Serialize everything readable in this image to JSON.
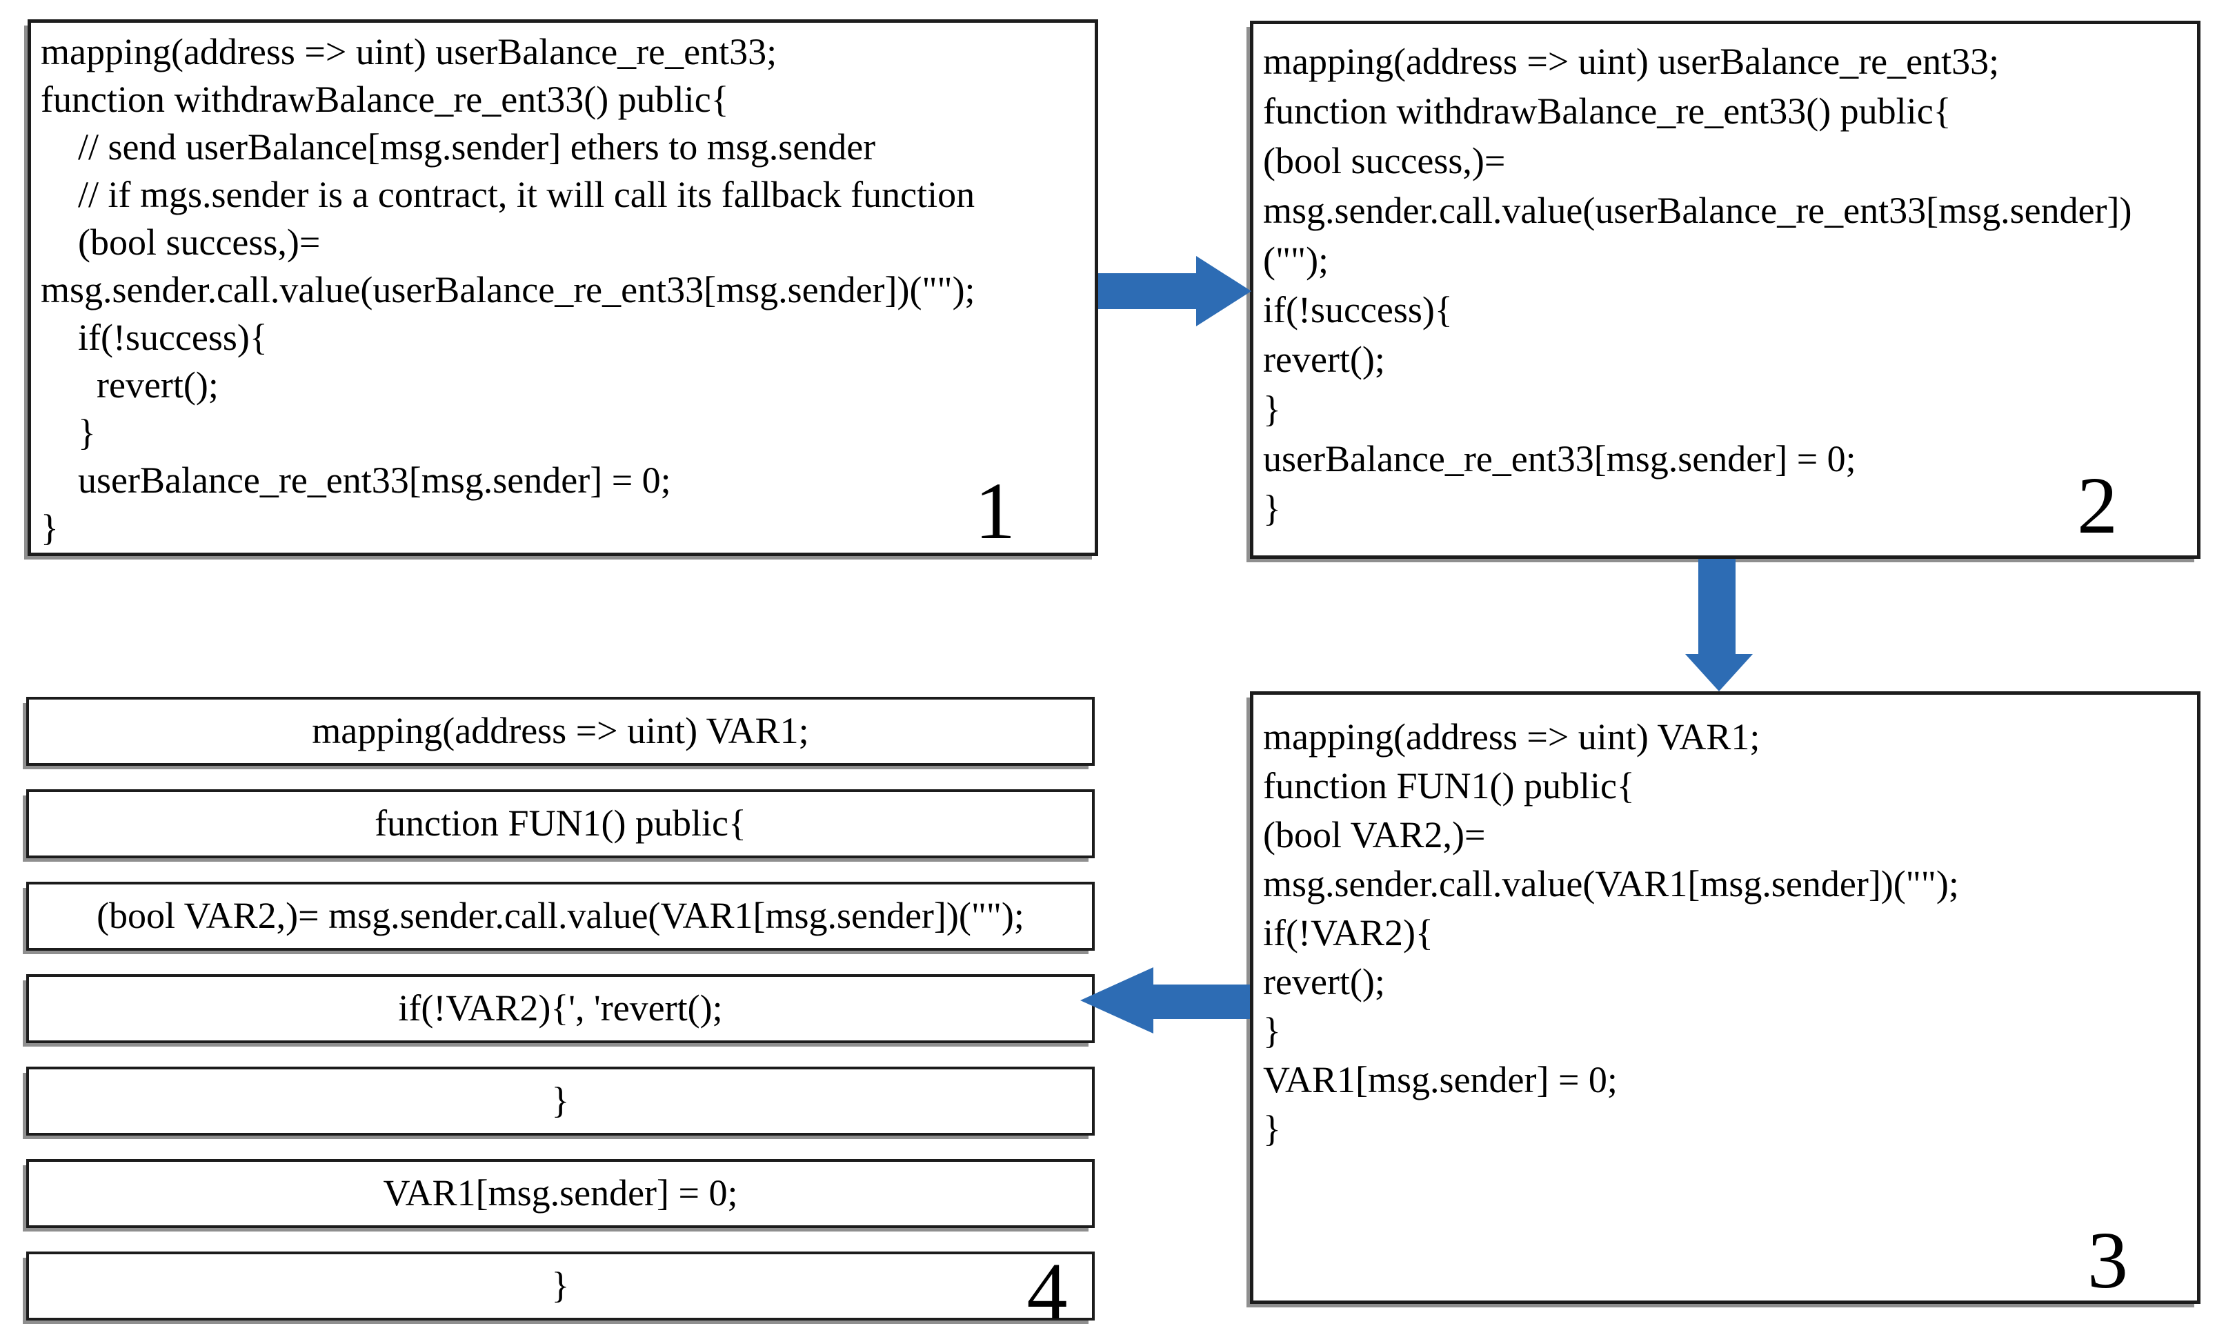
{
  "figure": {
    "background": "#ffffff",
    "arrow_color": "#2d6cb4",
    "border_color": "#1c1c1c",
    "shadow_color": "#8f8f8f",
    "text_color": "#000000"
  },
  "boxes": {
    "box1": {
      "number": "1",
      "lines": [
        "mapping(address => uint) userBalance_re_ent33;",
        "function withdrawBalance_re_ent33() public{",
        "    // send userBalance[msg.sender] ethers to msg.sender",
        "    // if mgs.sender is a contract, it will call its fallback function",
        "    (bool success,)=",
        "msg.sender.call.value(userBalance_re_ent33[msg.sender])(\"\");",
        "    if(!success){",
        "      revert();",
        "    }",
        "    userBalance_re_ent33[msg.sender] = 0;",
        "}"
      ]
    },
    "box2": {
      "number": "2",
      "lines": [
        "mapping(address => uint) userBalance_re_ent33;",
        "function withdrawBalance_re_ent33() public{",
        "(bool success,)=",
        "msg.sender.call.value(userBalance_re_ent33[msg.sender])",
        "(\"\");",
        "if(!success){",
        "revert();",
        "}",
        "userBalance_re_ent33[msg.sender] = 0;",
        "}"
      ]
    },
    "box3": {
      "number": "3",
      "lines": [
        "mapping(address => uint) VAR1;",
        "function FUN1() public{",
        "(bool VAR2,)=",
        "msg.sender.call.value(VAR1[msg.sender])(\"\");",
        "if(!VAR2){",
        "revert();",
        "}",
        "VAR1[msg.sender] = 0;",
        "}"
      ]
    },
    "box4": {
      "number": "4",
      "rows": [
        "mapping(address => uint) VAR1;",
        "function FUN1() public{",
        "(bool VAR2,)= msg.sender.call.value(VAR1[msg.sender])(\"\");",
        "if(!VAR2){', 'revert();",
        "}",
        "VAR1[msg.sender] = 0;",
        "}"
      ]
    }
  },
  "arrows": [
    {
      "name": "arrow-1-to-2",
      "direction": "right",
      "from": "1",
      "to": "2"
    },
    {
      "name": "arrow-2-to-3",
      "direction": "down",
      "from": "2",
      "to": "3"
    },
    {
      "name": "arrow-3-to-4",
      "direction": "left",
      "from": "3",
      "to": "4"
    }
  ]
}
